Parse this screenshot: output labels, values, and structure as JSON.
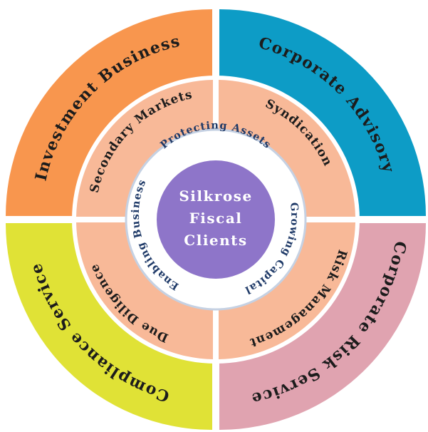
{
  "center": {
    "lines": [
      "Silkrose",
      "Fiscal",
      "Clients"
    ],
    "color": "#8e75c9"
  },
  "inner_ring": {
    "labels": {
      "top": "Protecting Assets",
      "right": "Growing Capital",
      "left": "Enabling Business"
    },
    "text_color": "#1f3a68"
  },
  "middle_ring": {
    "color": "#f8b998",
    "labels": {
      "top_left": "Secondary Markets",
      "top_right": "Syndication",
      "bottom_right": "Risk Management",
      "bottom_left": "Due Diligence"
    }
  },
  "outer_ring": {
    "top_left": {
      "label": "Investment Business",
      "color": "#f8964e"
    },
    "top_right": {
      "label": "Corporate Advisory",
      "color": "#0d9cc6"
    },
    "bottom_right": {
      "label": "Corporate Risk Services",
      "color": "#e0a3b0"
    },
    "bottom_left": {
      "label": "Compliance Service",
      "color": "#e0e236"
    }
  }
}
